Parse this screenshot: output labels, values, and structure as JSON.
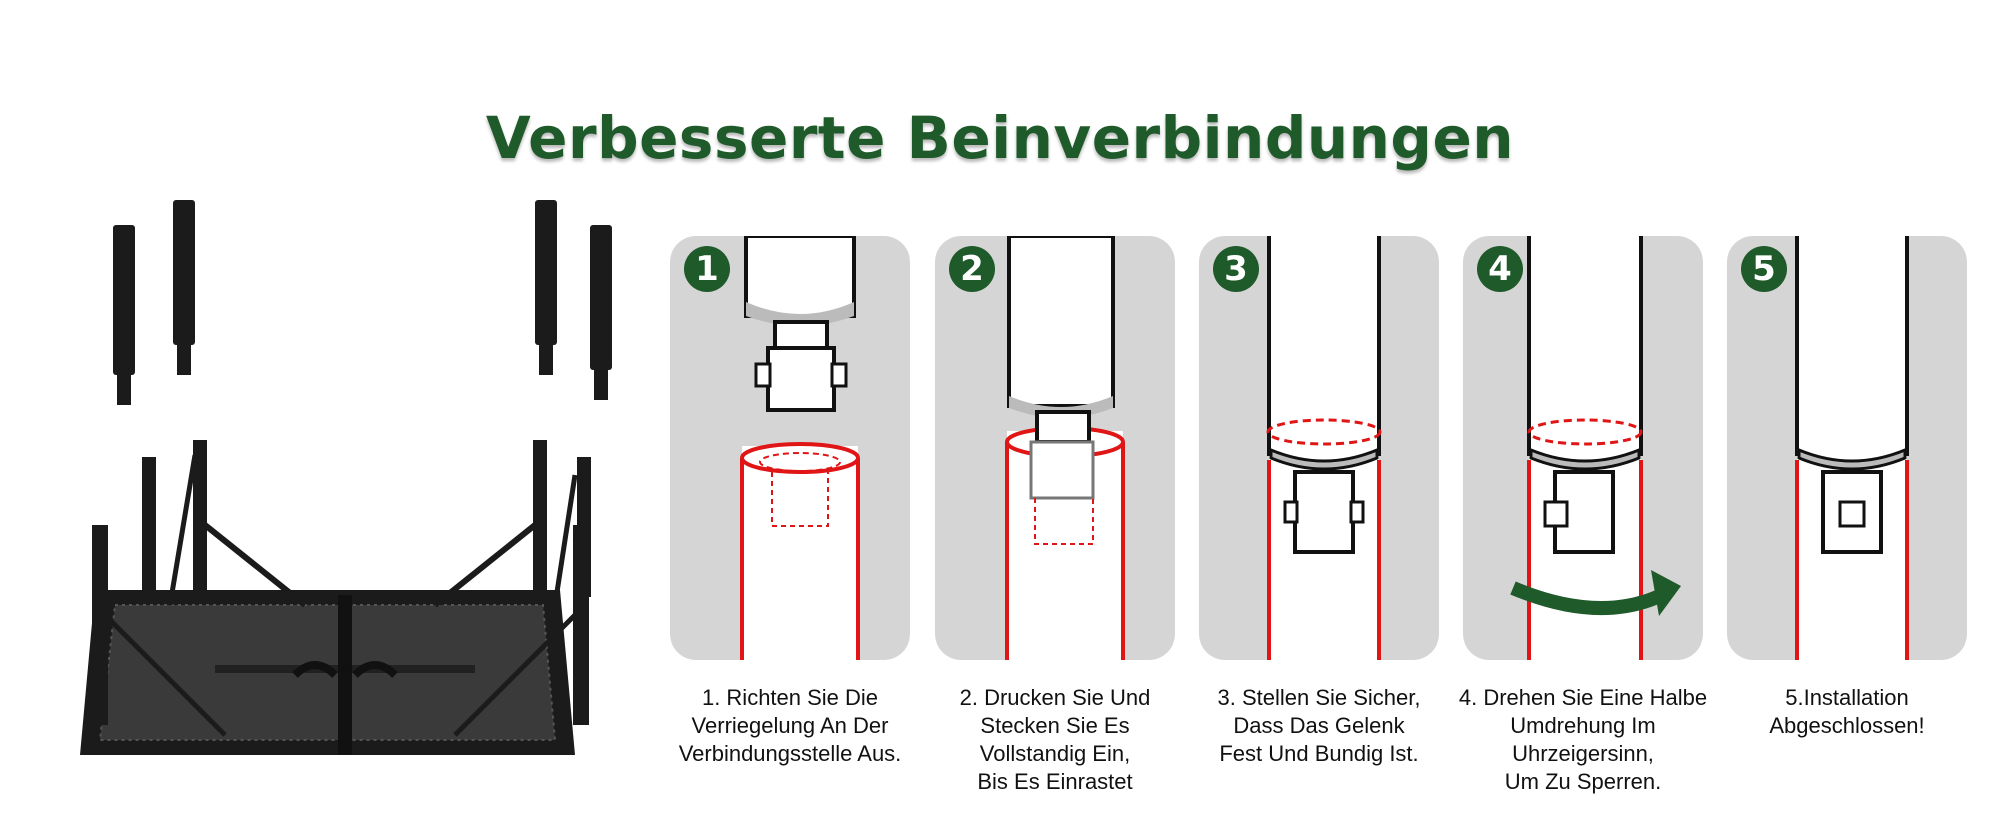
{
  "title": "Verbesserte Beinverbindungen",
  "colors": {
    "accent_green": "#1f5a2a",
    "panel_gray": "#d5d5d5",
    "highlight_red": "#e01515",
    "product_black": "#1b1b1b"
  },
  "steps": [
    {
      "number": "1",
      "caption_lines": [
        "1. Richten Sie Die",
        "Verriegelung An Der",
        "Verbindungsstelle Aus."
      ]
    },
    {
      "number": "2",
      "caption_lines": [
        "2. Drucken Sie Und",
        "Stecken Sie Es",
        "Vollstandig Ein,",
        "Bis Es Einrastet"
      ]
    },
    {
      "number": "3",
      "caption_lines": [
        "3. Stellen Sie Sicher,",
        "Dass Das Gelenk",
        "Fest Und Bundig Ist."
      ]
    },
    {
      "number": "4",
      "caption_lines": [
        "4. Drehen Sie Eine Halbe",
        "Umdrehung Im",
        "Uhrzeigersinn,",
        "Um Zu Sperren."
      ]
    },
    {
      "number": "5",
      "caption_lines": [
        "5.Installation",
        "Abgeschlossen!"
      ]
    }
  ]
}
